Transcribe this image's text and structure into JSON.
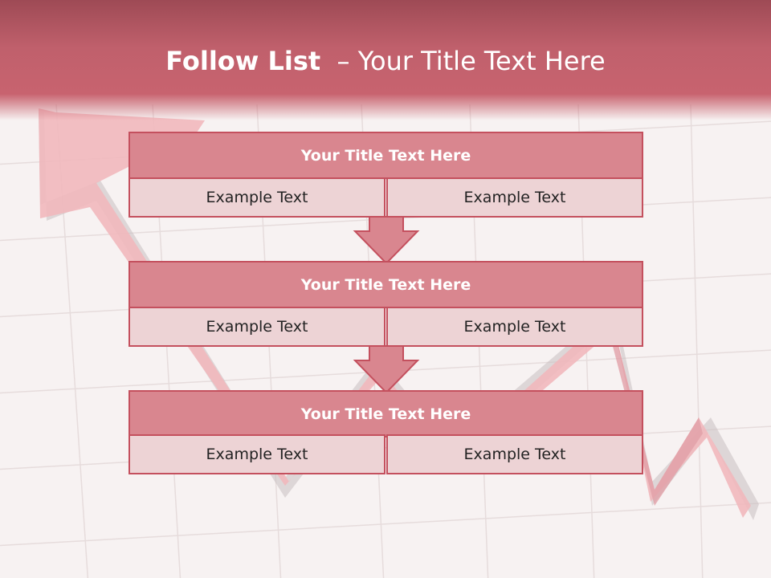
{
  "slide": {
    "title_bold": "Follow List",
    "title_rest": "– Your Title Text Here"
  },
  "steps": [
    {
      "title": "Your Title Text Here",
      "left": "Example Text",
      "right": "Example Text"
    },
    {
      "title": "Your Title Text Here",
      "left": "Example Text",
      "right": "Example Text"
    },
    {
      "title": "Your Title Text Here",
      "left": "Example Text",
      "right": "Example Text"
    }
  ],
  "colors": {
    "header": "#c8636f",
    "box_title": "#d9868f",
    "box_cell": "#edd3d5",
    "border": "#c4505e"
  }
}
